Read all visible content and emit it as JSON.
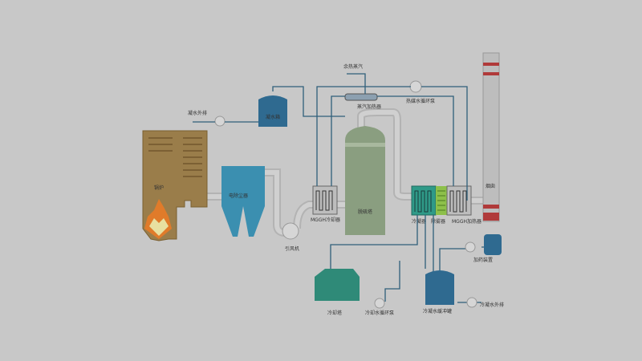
{
  "labels": {
    "waste_steam": "余热蒸汽",
    "steam_heater": "蒸汽加热器",
    "hot_water_pump": "热媒水循环泵",
    "condensate_tank": "凝水箱",
    "condensate_out_top": "凝水外排",
    "boiler": "锅炉",
    "esp": "电除尘器",
    "id_fan": "引风机",
    "mggh_cooler": "MGGH冷却器",
    "desulf_tower": "脱硫塔",
    "condenser": "冷凝器",
    "demister": "除雾器",
    "mggh_heater": "MGGH加热器",
    "chimney": "烟囱",
    "dosing": "加药装置",
    "cooling_tower": "冷却塔",
    "cooling_pump": "冷却水循环泵",
    "buffer_tank": "冷凝水缓冲罐",
    "condensate_out": "冷凝水外排"
  }
}
